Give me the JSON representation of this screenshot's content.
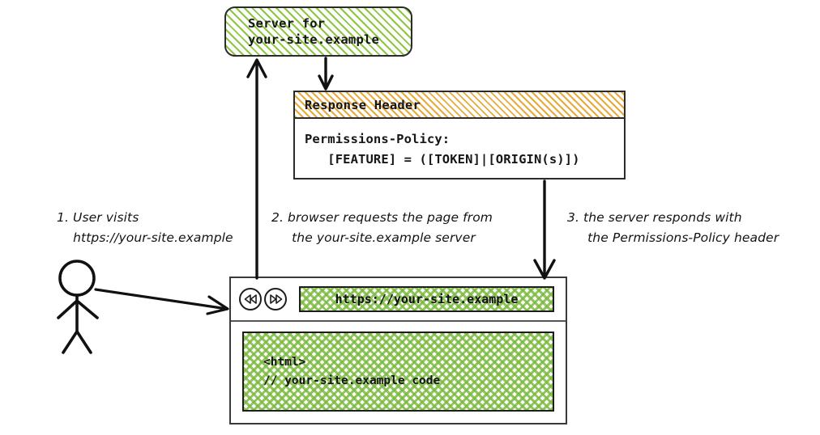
{
  "server": {
    "label": "Server for\nyour-site.example",
    "fill": "#8cc63f"
  },
  "response_header": {
    "title": "Response Header",
    "title_fill": "#e9aa3c",
    "body": "Permissions-Policy:\n   [FEATURE] = ([TOKEN]|[ORIGIN(s)])"
  },
  "browser": {
    "back_icon": "rewind-icon",
    "forward_icon": "fast-forward-icon",
    "url": "https://your-site.example",
    "page_code": "<html>\n// your-site.example code",
    "fill": "#7cba3f"
  },
  "actor": {
    "name": "user-stick-figure"
  },
  "steps": [
    {
      "id": 1,
      "text": "1. User visits\n    https://your-site.example"
    },
    {
      "id": 2,
      "text": "2. browser requests the page from\n     the your-site.example server"
    },
    {
      "id": 3,
      "text": "3. the server responds with\n     the Permissions-Policy header"
    }
  ],
  "arrows": [
    {
      "name": "browser-to-server-arrow",
      "direction": "up"
    },
    {
      "name": "server-to-response-header-arrow",
      "direction": "down"
    },
    {
      "name": "response-header-to-browser-arrow",
      "direction": "down"
    },
    {
      "name": "user-to-browser-arrow",
      "direction": "right"
    }
  ]
}
